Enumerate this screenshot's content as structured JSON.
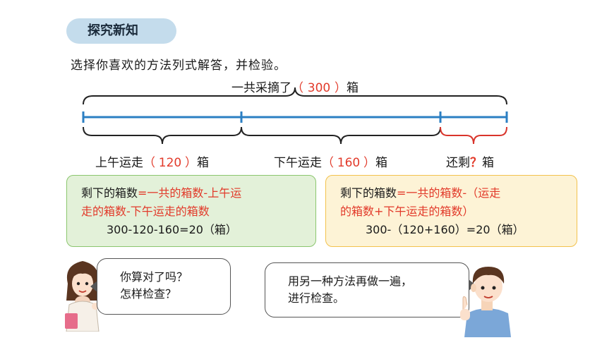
{
  "header": {
    "tag": "探究新知"
  },
  "task": {
    "text": "选择你喜欢的方法列式解答，并检验。"
  },
  "diagram": {
    "total": {
      "prefix": "一共采摘了",
      "open": "（",
      "value": "300",
      "close": "）",
      "suffix": "箱"
    },
    "morning": {
      "prefix": "上午运走",
      "open": "（",
      "value": "120",
      "close": "）",
      "suffix": "箱"
    },
    "afternoon": {
      "prefix": "下午运走",
      "open": "（",
      "value": "160",
      "close": "）",
      "suffix": "箱"
    },
    "remaining": {
      "prefix": "还剩",
      "question": "？",
      "suffix": "箱"
    },
    "colors": {
      "line": "#2b7fc3",
      "red_brace": "#d9342b",
      "black_brace": "#222222"
    }
  },
  "method1": {
    "line1_black": "剩下的箱数",
    "line1_red": "=一共的箱数-上午运",
    "line2_red": "走的箱数-下午运走的箱数",
    "calc": "300-120-160=20（箱）"
  },
  "method2": {
    "line1_black": "剩下的箱数",
    "line1_red": "=一共的箱数-（运走",
    "line2_red": "的箱数+下午运走的箱数）",
    "calc": "300-（120+160）=20（箱）"
  },
  "bubble_left": {
    "line1": "你算对了吗？",
    "line2": "怎样检查？"
  },
  "bubble_right": {
    "line1": "用另一种方法再做一遍，",
    "line2": "进行检查。"
  }
}
